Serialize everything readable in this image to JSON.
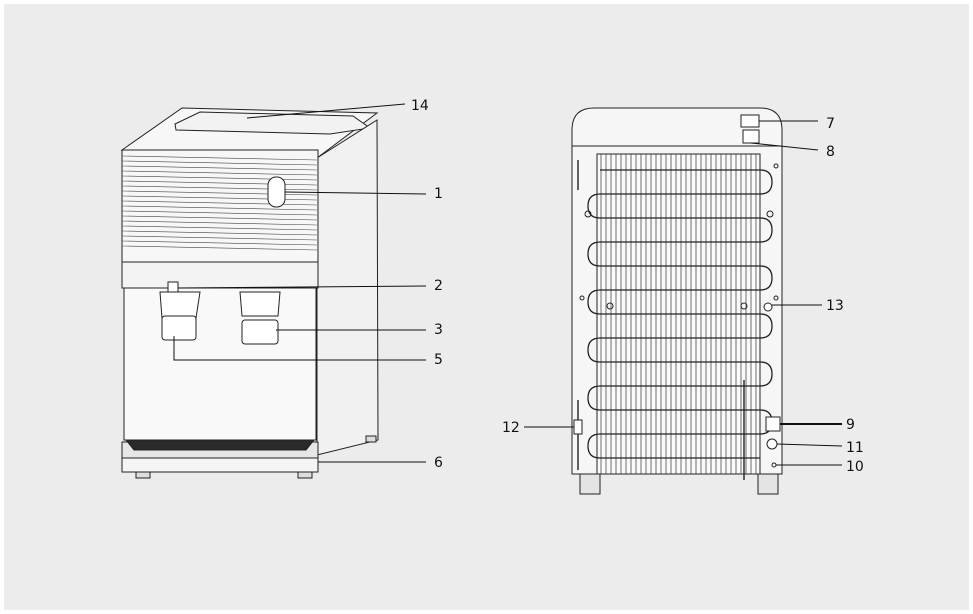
{
  "callouts": {
    "c1": "1",
    "c2": "2",
    "c3": "3",
    "c5": "5",
    "c6": "6",
    "c14": "14",
    "c7": "7",
    "c8": "8",
    "c13": "13",
    "c9": "9",
    "c11": "11",
    "c10": "10",
    "c12": "12"
  },
  "colors": {
    "background": "#ececec",
    "line": "#222222",
    "fill": "#f7f7f7"
  }
}
